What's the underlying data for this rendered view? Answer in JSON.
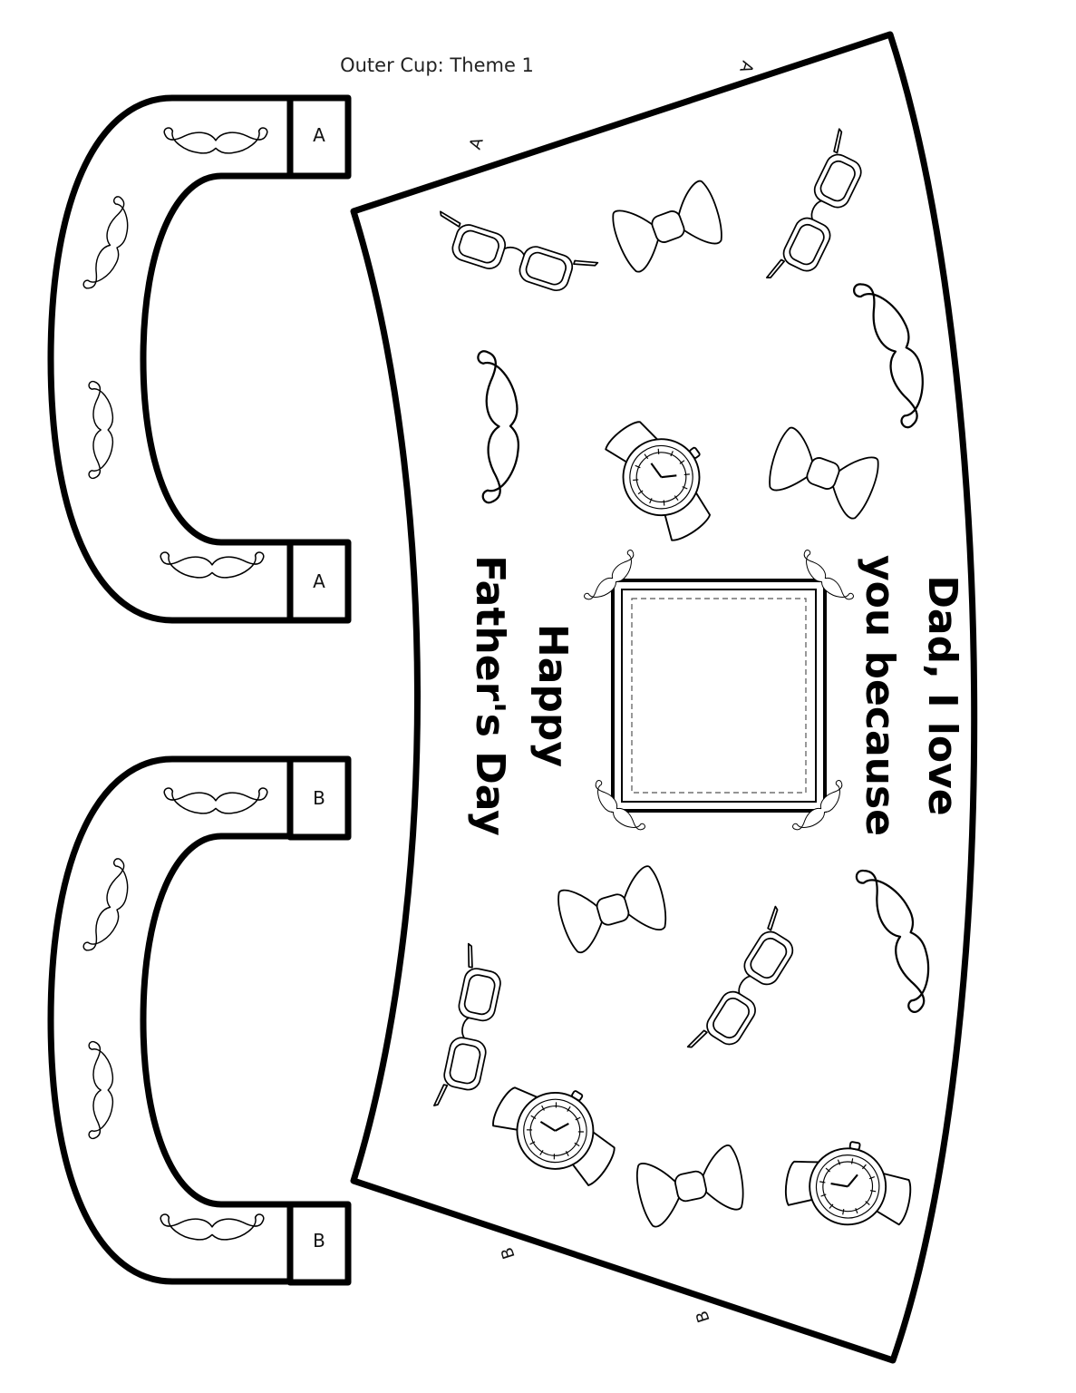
{
  "title": "Outer Cup: Theme 1",
  "handles": [
    {
      "tab_top": "A",
      "tab_bottom": "A"
    },
    {
      "tab_top": "B",
      "tab_bottom": "B"
    }
  ],
  "edge_labels": {
    "left_top": "A",
    "right_top": "A",
    "left_bottom": "B",
    "right_bottom": "B"
  },
  "message": {
    "line1": "Dad, I love",
    "line2": "you because"
  },
  "greeting": {
    "line1": "Happy",
    "line2": "Father's Day"
  },
  "colors": {
    "stroke": "#000000",
    "paper": "#ffffff"
  },
  "icons": [
    "mustache-icon",
    "bow-tie-icon",
    "glasses-icon",
    "wristwatch-icon",
    "photo-frame"
  ]
}
